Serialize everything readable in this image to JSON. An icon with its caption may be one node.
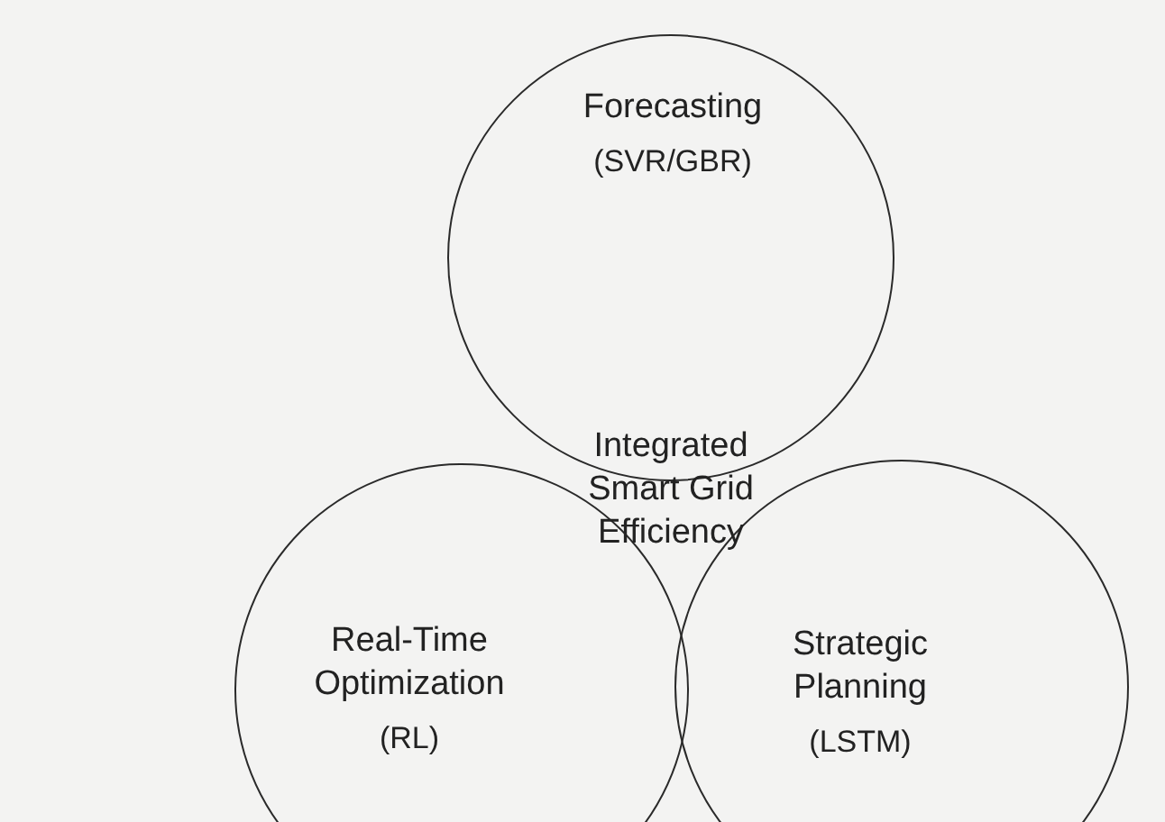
{
  "diagram": {
    "nodes": [
      {
        "text": [
          "Forecasting",
          "(SVR/GBR)"
        ]
      },
      {
        "text": [
          "Real-Time Optimization",
          "(RL)"
        ]
      },
      {
        "text": [
          "Strategic Planning",
          "(LSTM)"
        ]
      }
    ],
    "labels": [
      "Integrated Smart Grid Efficiency"
    ]
  }
}
